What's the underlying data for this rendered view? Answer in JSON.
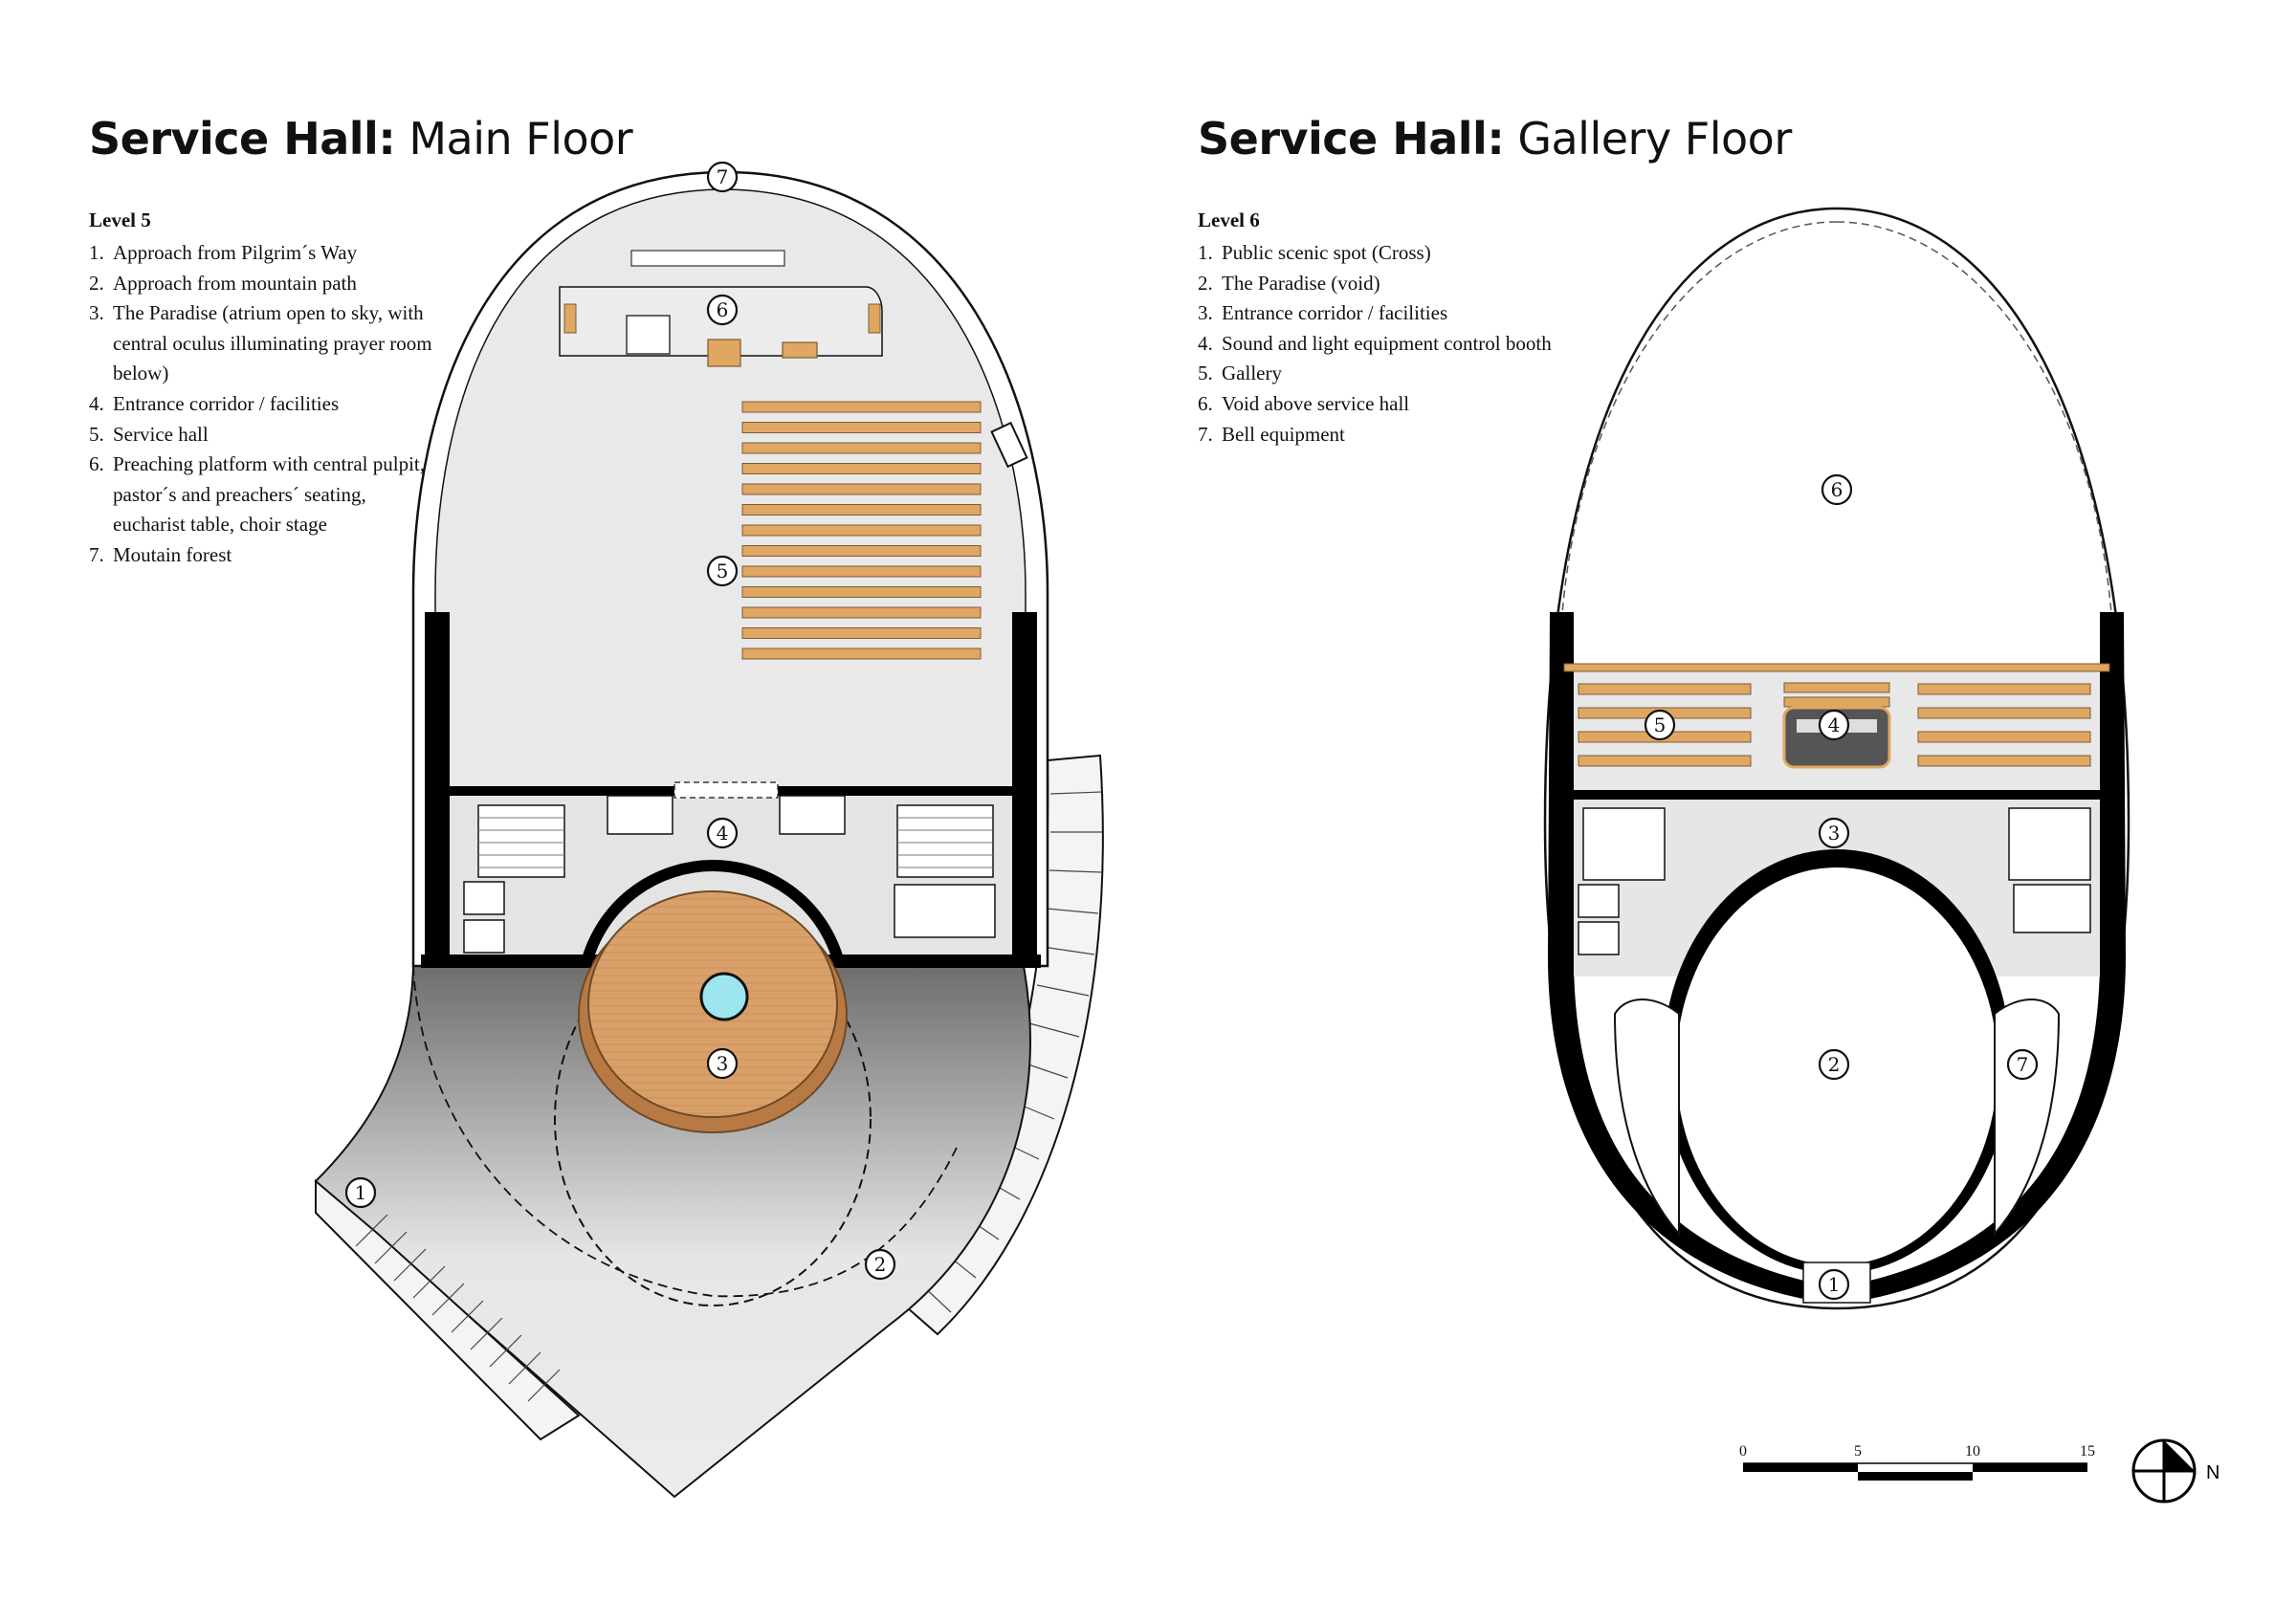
{
  "main_floor": {
    "title_bold": "Service Hall:",
    "title_rest": " Main Floor",
    "level": "Level 5",
    "items": [
      {
        "num": "1.",
        "text": "Approach from Pilgrim´s Way"
      },
      {
        "num": "2.",
        "text": "Approach from mountain path"
      },
      {
        "num": "3.",
        "text": "The Paradise (atrium open to sky, with central oculus illuminating prayer room below)"
      },
      {
        "num": "4.",
        "text": "Entrance corridor / facilities"
      },
      {
        "num": "5.",
        "text": "Service hall"
      },
      {
        "num": "6.",
        "text": "Preaching platform with central pulpit, pastor´s and preachers´ seating, eucharist table, choir stage"
      },
      {
        "num": "7.",
        "text": "Moutain forest"
      }
    ],
    "callouts": [
      "7",
      "6",
      "5",
      "4",
      "3",
      "1",
      "2"
    ]
  },
  "gallery_floor": {
    "title_bold": "Service Hall:",
    "title_rest": " Gallery Floor",
    "level": "Level 6",
    "items": [
      {
        "num": "1.",
        "text": "Public scenic spot (Cross)"
      },
      {
        "num": "2.",
        "text": "The Paradise (void)"
      },
      {
        "num": "3.",
        "text": "Entrance corridor / facilities"
      },
      {
        "num": "4.",
        "text": "Sound and light equipment control booth"
      },
      {
        "num": "5.",
        "text": "Gallery"
      },
      {
        "num": "6.",
        "text": "Void above service hall"
      },
      {
        "num": "7.",
        "text": "Bell equipment"
      }
    ],
    "callouts": [
      "6",
      "5",
      "4",
      "3",
      "2",
      "7",
      "1"
    ]
  },
  "scale_bar": {
    "ticks": [
      "0",
      "5",
      "10",
      "15"
    ]
  },
  "north_arrow": {
    "label": "N"
  },
  "colors": {
    "wood": "#e0a763",
    "floor": "#e6e6e6",
    "wall": "#000000"
  }
}
